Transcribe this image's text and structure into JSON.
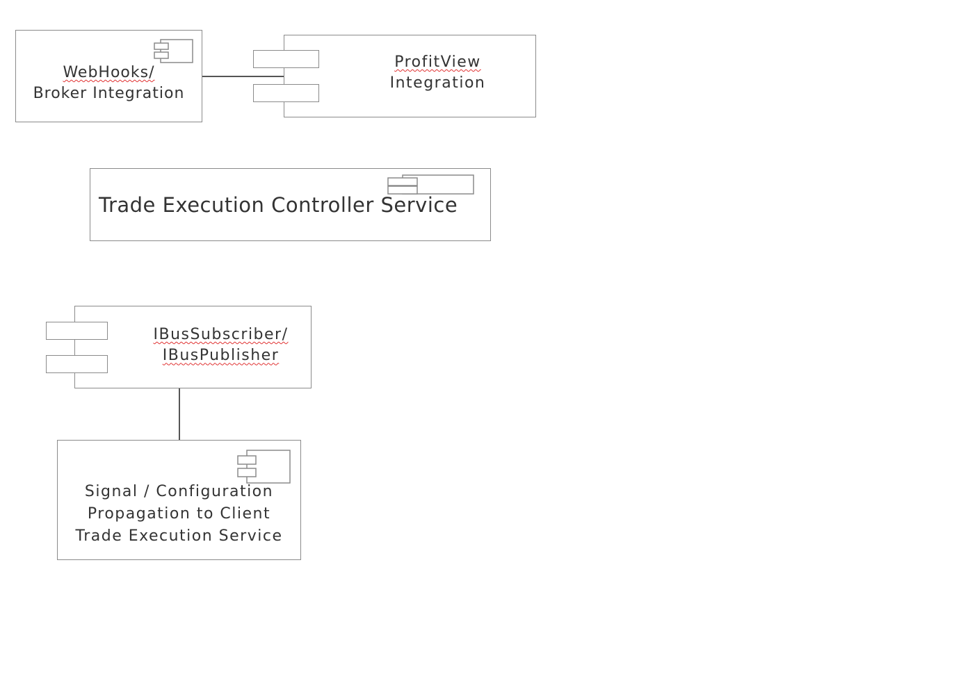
{
  "diagram": {
    "components": {
      "webhooks": {
        "line1": "WebHooks/",
        "line2": "Broker Integration",
        "icon": "component-icon"
      },
      "profitview": {
        "line1": "ProfitView",
        "line2": "Integration",
        "icon": "component-ports"
      },
      "trade_controller": {
        "label": "Trade Execution Controller Service",
        "icon": "component-icon"
      },
      "ibus": {
        "line1": "IBusSubscriber/",
        "line2": "IBusPublisher",
        "icon": "component-ports"
      },
      "signal": {
        "line1": "Signal / Configuration",
        "line2": "Propagation to Client",
        "line3": "Trade Execution Service",
        "icon": "component-icon"
      }
    },
    "connectors": [
      {
        "from": "webhooks",
        "to": "profitview"
      },
      {
        "from": "ibus",
        "to": "signal"
      }
    ],
    "colors": {
      "border": "#8a8a8a",
      "text": "#333333",
      "spellcheck_underline": "#e03030"
    }
  }
}
